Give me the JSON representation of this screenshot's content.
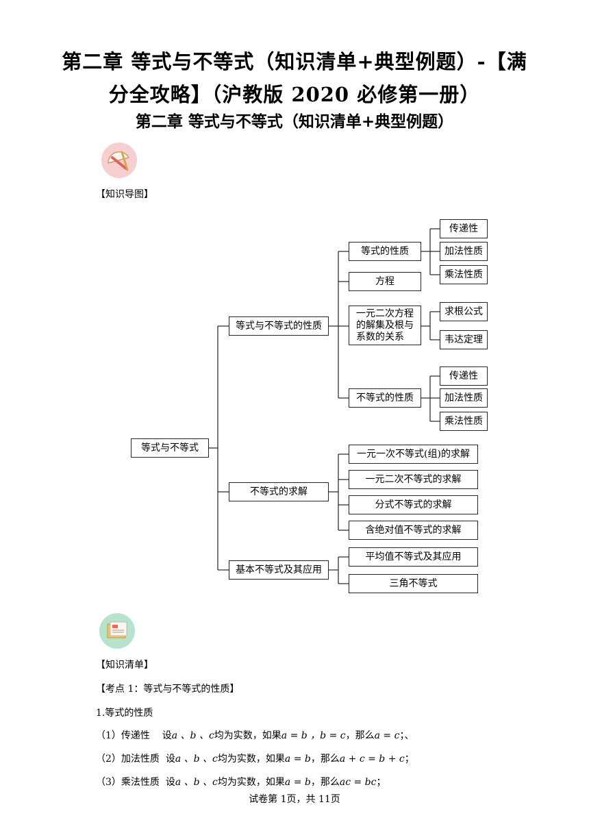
{
  "header": {
    "title_line1": "第二章 等式与不等式（知识清单+典型例题）-【满",
    "title_line2": "分全攻略】（沪教版 2020 必修第一册）",
    "subtitle": "第二章 等式与不等式（知识清单+典型例题）"
  },
  "sections": {
    "mindmap_label": "【知识导图】",
    "checklist_label": "【知识清单】",
    "point1_title": "【考点 1：等式与不等式的性质】",
    "subsection1": "1.等式的性质"
  },
  "properties": [
    {
      "num": "（1）",
      "name": "传递性",
      "text1": "设",
      "vars": "a 、b 、c",
      "text2": "均为实数，如果",
      "cond": "a = b ，b = c",
      "text3": "，那么",
      "result": "a = c",
      "end": "；、"
    },
    {
      "num": "（2）",
      "name": "加法性质",
      "text1": "设",
      "vars": "a 、b 、c",
      "text2": "均为实数，如果",
      "cond": "a = b",
      "text3": "，那么",
      "result": "a + c = b + c",
      "end": "；"
    },
    {
      "num": "（3）",
      "name": "乘法性质",
      "text1": "设",
      "vars": "a 、b 、c",
      "text2": "均为实数，如果",
      "cond": "a = b",
      "text3": "，那么",
      "result": "ac = bc",
      "end": "；"
    }
  ],
  "mindmap": {
    "root": "等式与不等式",
    "branch1": "等式与不等式的性质",
    "branch2": "不等式的求解",
    "branch3": "基本不等式及其应用",
    "b1_children": [
      "等式的性质",
      "方程",
      "一元二次方程的解集及根与系数的关系",
      "不等式的性质"
    ],
    "b1_c1_leaves": [
      "传递性",
      "加法性质",
      "乘法性质"
    ],
    "b1_c3_leaves": [
      "求根公式",
      "韦达定理"
    ],
    "b1_c4_leaves": [
      "传递性",
      "加法性质",
      "乘法性质"
    ],
    "b2_children": [
      "一元一次不等式(组)的求解",
      "一元二次不等式的求解",
      "分式不等式的求解",
      "含绝对值不等式的求解"
    ],
    "b3_children": [
      "平均值不等式及其应用",
      "三角不等式"
    ]
  },
  "footer": {
    "page_text": "试卷第 1页，共 11页"
  },
  "colors": {
    "icon1_bg": "#f6cfd0",
    "icon2_bg": "#b7e3cd",
    "line": "#222222"
  }
}
